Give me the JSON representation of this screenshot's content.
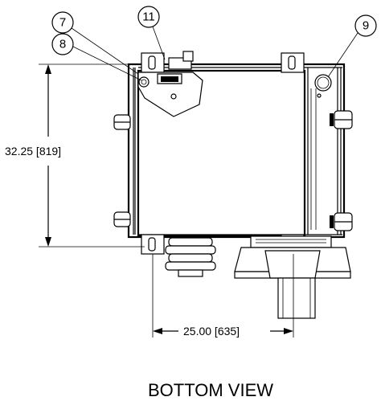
{
  "view_title": "BOTTOM VIEW",
  "dimensions": {
    "height": "32.25 [819]",
    "width": "25.00 [635]"
  },
  "callouts": [
    "7",
    "8",
    "11",
    "9"
  ]
}
